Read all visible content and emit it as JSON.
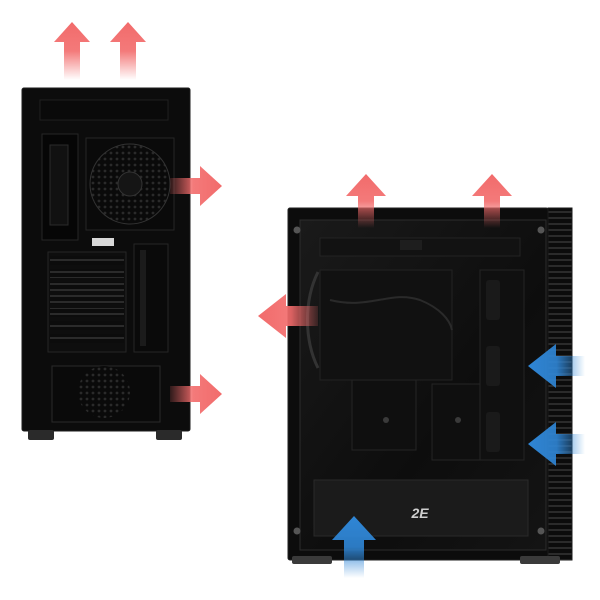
{
  "colors": {
    "exhaust_arrow": "#f26b6b",
    "intake_arrow": "#2f86d6",
    "case_body": "#0c0c0c",
    "case_edge": "#1e1e1e",
    "glass_tint": "#151515",
    "background": "#ffffff"
  },
  "rear_case": {
    "exhaust_arrows": [
      {
        "name": "top-exhaust-arrow-1",
        "direction": "up"
      },
      {
        "name": "top-exhaust-arrow-2",
        "direction": "up"
      },
      {
        "name": "rear-fan-exhaust-arrow",
        "direction": "right"
      },
      {
        "name": "psu-exhaust-arrow",
        "direction": "right"
      }
    ]
  },
  "side_case": {
    "logo_text": "2E",
    "exhaust_arrows": [
      {
        "name": "side-top-exhaust-arrow-1",
        "direction": "up"
      },
      {
        "name": "side-top-exhaust-arrow-2",
        "direction": "up"
      },
      {
        "name": "side-rear-exhaust-arrow",
        "direction": "left"
      }
    ],
    "intake_arrows": [
      {
        "name": "front-intake-arrow-1",
        "direction": "left"
      },
      {
        "name": "front-intake-arrow-2",
        "direction": "left"
      },
      {
        "name": "bottom-intake-arrow",
        "direction": "up"
      }
    ]
  }
}
